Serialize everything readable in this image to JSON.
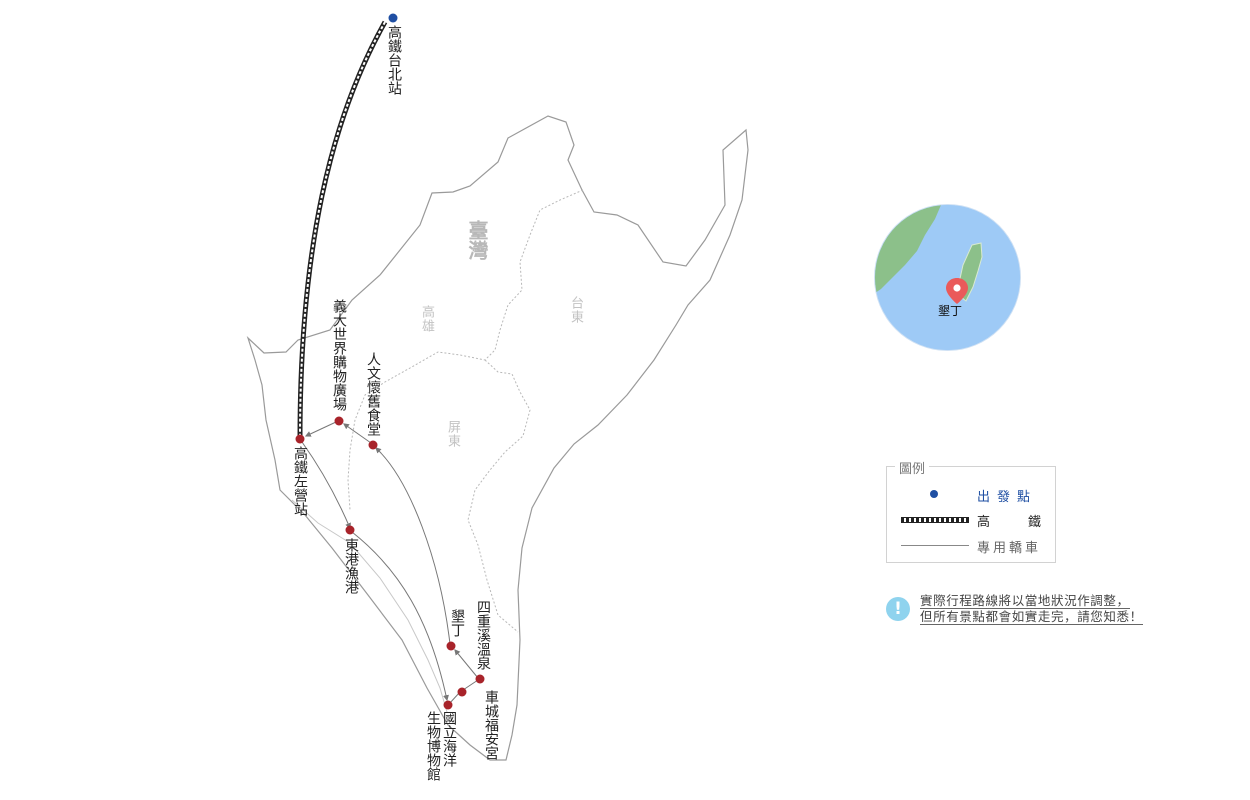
{
  "regions": {
    "country": "臺灣",
    "kaohsiung": "高雄",
    "taitung": "台東",
    "pingtung": "屏東"
  },
  "stops": {
    "hsr_taipei": "高鐵台北站",
    "hsr_zuoying": "高鐵左營站",
    "dream_mall": "義大世界購物廣場",
    "humanity_restaurant": "人文懷舊食堂",
    "donggang": "東港漁港",
    "kenting": "墾丁",
    "sichongxi": "四重溪溫泉",
    "checheng": "車城福安宮",
    "museum_line1": "國立海洋",
    "museum_line2": "生物博物館"
  },
  "locator": {
    "label": "墾丁"
  },
  "legend": {
    "title": "圖例",
    "items": [
      {
        "label": "出發點",
        "icon": "blue-dot",
        "color": "#1f4fa3"
      },
      {
        "label": "高鐵",
        "icon": "rail-line",
        "color": "#222222"
      },
      {
        "label": "專用轎車",
        "icon": "car-line",
        "color": "#666666"
      }
    ]
  },
  "note": {
    "line1": "實際行程路線將以當地狀況作調整，",
    "line2": "但所有景點都會如實走完，請您知悉！"
  },
  "colors": {
    "start_point": "#1f4fa3",
    "stop_point": "#a8232a",
    "sea": "#9ecaf6",
    "land": "#8cc08a"
  }
}
